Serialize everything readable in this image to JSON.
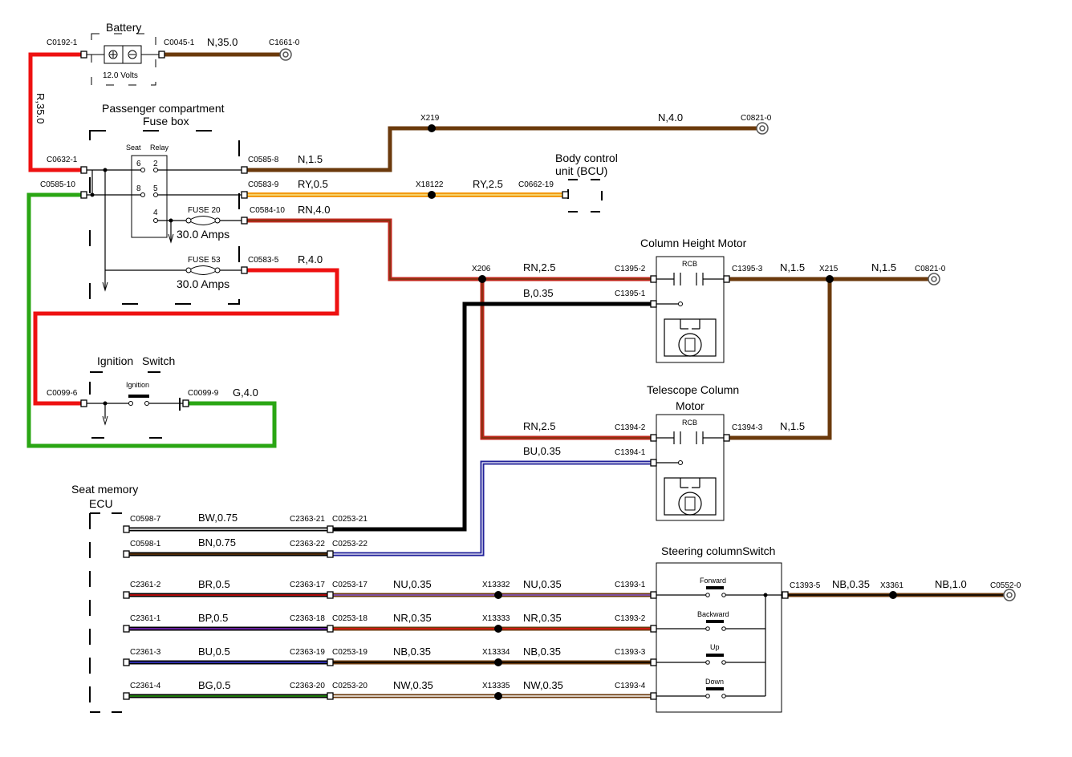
{
  "components": {
    "battery": {
      "title": "Battery",
      "voltage": "12.0 Volts",
      "left": "C0192-1",
      "right": "C0045-1"
    },
    "fusebox": {
      "title1": "Passenger compartment",
      "title2": "Fuse box",
      "relay_label1": "Seat",
      "relay_label2": "Relay",
      "pins": [
        "6",
        "2",
        "8",
        "5",
        "4"
      ],
      "fuse20": "FUSE 20",
      "fuse20_rating": "30.0 Amps",
      "fuse53": "FUSE 53",
      "fuse53_rating": "30.0 Amps",
      "in1": "C0632-1",
      "in2": "C0585-10",
      "out1": "C0585-8",
      "out2": "C0583-9",
      "out3": "C0584-10",
      "out4": "C0583-5"
    },
    "bcu": {
      "title1": "Body control",
      "title2": "unit (BCU)",
      "conn": "C0662-19"
    },
    "ignition": {
      "title1": "Ignition",
      "title2": "Switch",
      "inner": "Ignition",
      "left": "C0099-6",
      "right": "C0099-9"
    },
    "height_motor": {
      "title": "Column Height Motor",
      "rcb": "RCB",
      "c2": "C1395-2",
      "c1": "C1395-1",
      "c3": "C1395-3"
    },
    "tele_motor": {
      "title1": "Telescope Column",
      "title2": "Motor",
      "rcb": "RCB",
      "c2": "C1394-2",
      "c1": "C1394-1",
      "c3": "C1394-3"
    },
    "ecu": {
      "title1": "Seat memory",
      "title2": "ECU",
      "pins": [
        "C0598-7",
        "C0598-1",
        "C2361-2",
        "C2361-1",
        "C2361-3",
        "C2361-4"
      ]
    },
    "steering": {
      "title": "Steering columnSwitch",
      "switches": [
        "Forward",
        "Backward",
        "Up",
        "Down"
      ],
      "pins": [
        "C1393-1",
        "C1393-2",
        "C1393-3",
        "C1393-4"
      ],
      "out": "C1393-5"
    }
  },
  "grounds": [
    "C1661-0",
    "C0821-0",
    "C0821-0",
    "C0552-0"
  ],
  "splices": [
    "X219",
    "X18122",
    "X206",
    "X215",
    "X13332",
    "X13333",
    "X13334",
    "X13335",
    "X3361"
  ],
  "wire_labels": {
    "bat_n": "N,35.0",
    "bat_r": "R,35.0",
    "n15_top": "N,1.5",
    "n40": "N,4.0",
    "ry05": "RY,0.5",
    "ry25": "RY,2.5",
    "rn40": "RN,4.0",
    "r40": "R,4.0",
    "g40": "G,4.0",
    "rn25a": "RN,2.5",
    "b035": "B,0.35",
    "n15a": "N,1.5",
    "n15b": "N,1.5",
    "rn25b": "RN,2.5",
    "bu035": "BU,0.35",
    "n15c": "N,1.5",
    "bw075": "BW,0.75",
    "bn075": "BN,0.75",
    "br05": "BR,0.5",
    "bp05": "BP,0.5",
    "bu05": "BU,0.5",
    "bg05": "BG,0.5",
    "nu035a": "NU,0.35",
    "nu035b": "NU,0.35",
    "nr035a": "NR,0.35",
    "nr035b": "NR,0.35",
    "nb035a": "NB,0.35",
    "nb035b": "NB,0.35",
    "nw035a": "NW,0.35",
    "nw035b": "NW,0.35",
    "nb035c": "NB,0.35",
    "nb10": "NB,1.0"
  },
  "inline_connectors": [
    [
      "C2363-21",
      "C0253-21"
    ],
    [
      "C2363-22",
      "C0253-22"
    ],
    [
      "C2363-17",
      "C0253-17"
    ],
    [
      "C2363-18",
      "C0253-18"
    ],
    [
      "C2363-19",
      "C0253-19"
    ],
    [
      "C2363-20",
      "C0253-20"
    ]
  ],
  "colors": {
    "N": "#6b3a0c",
    "R": "#ee1111",
    "G": "#2aa614",
    "B": "#000000",
    "BU": "#22229a",
    "O": "#f39a12",
    "Y": "#f5d26a",
    "P": "#8a2ad6",
    "W": "#ffffff",
    "GN": "#1f7a2f"
  }
}
